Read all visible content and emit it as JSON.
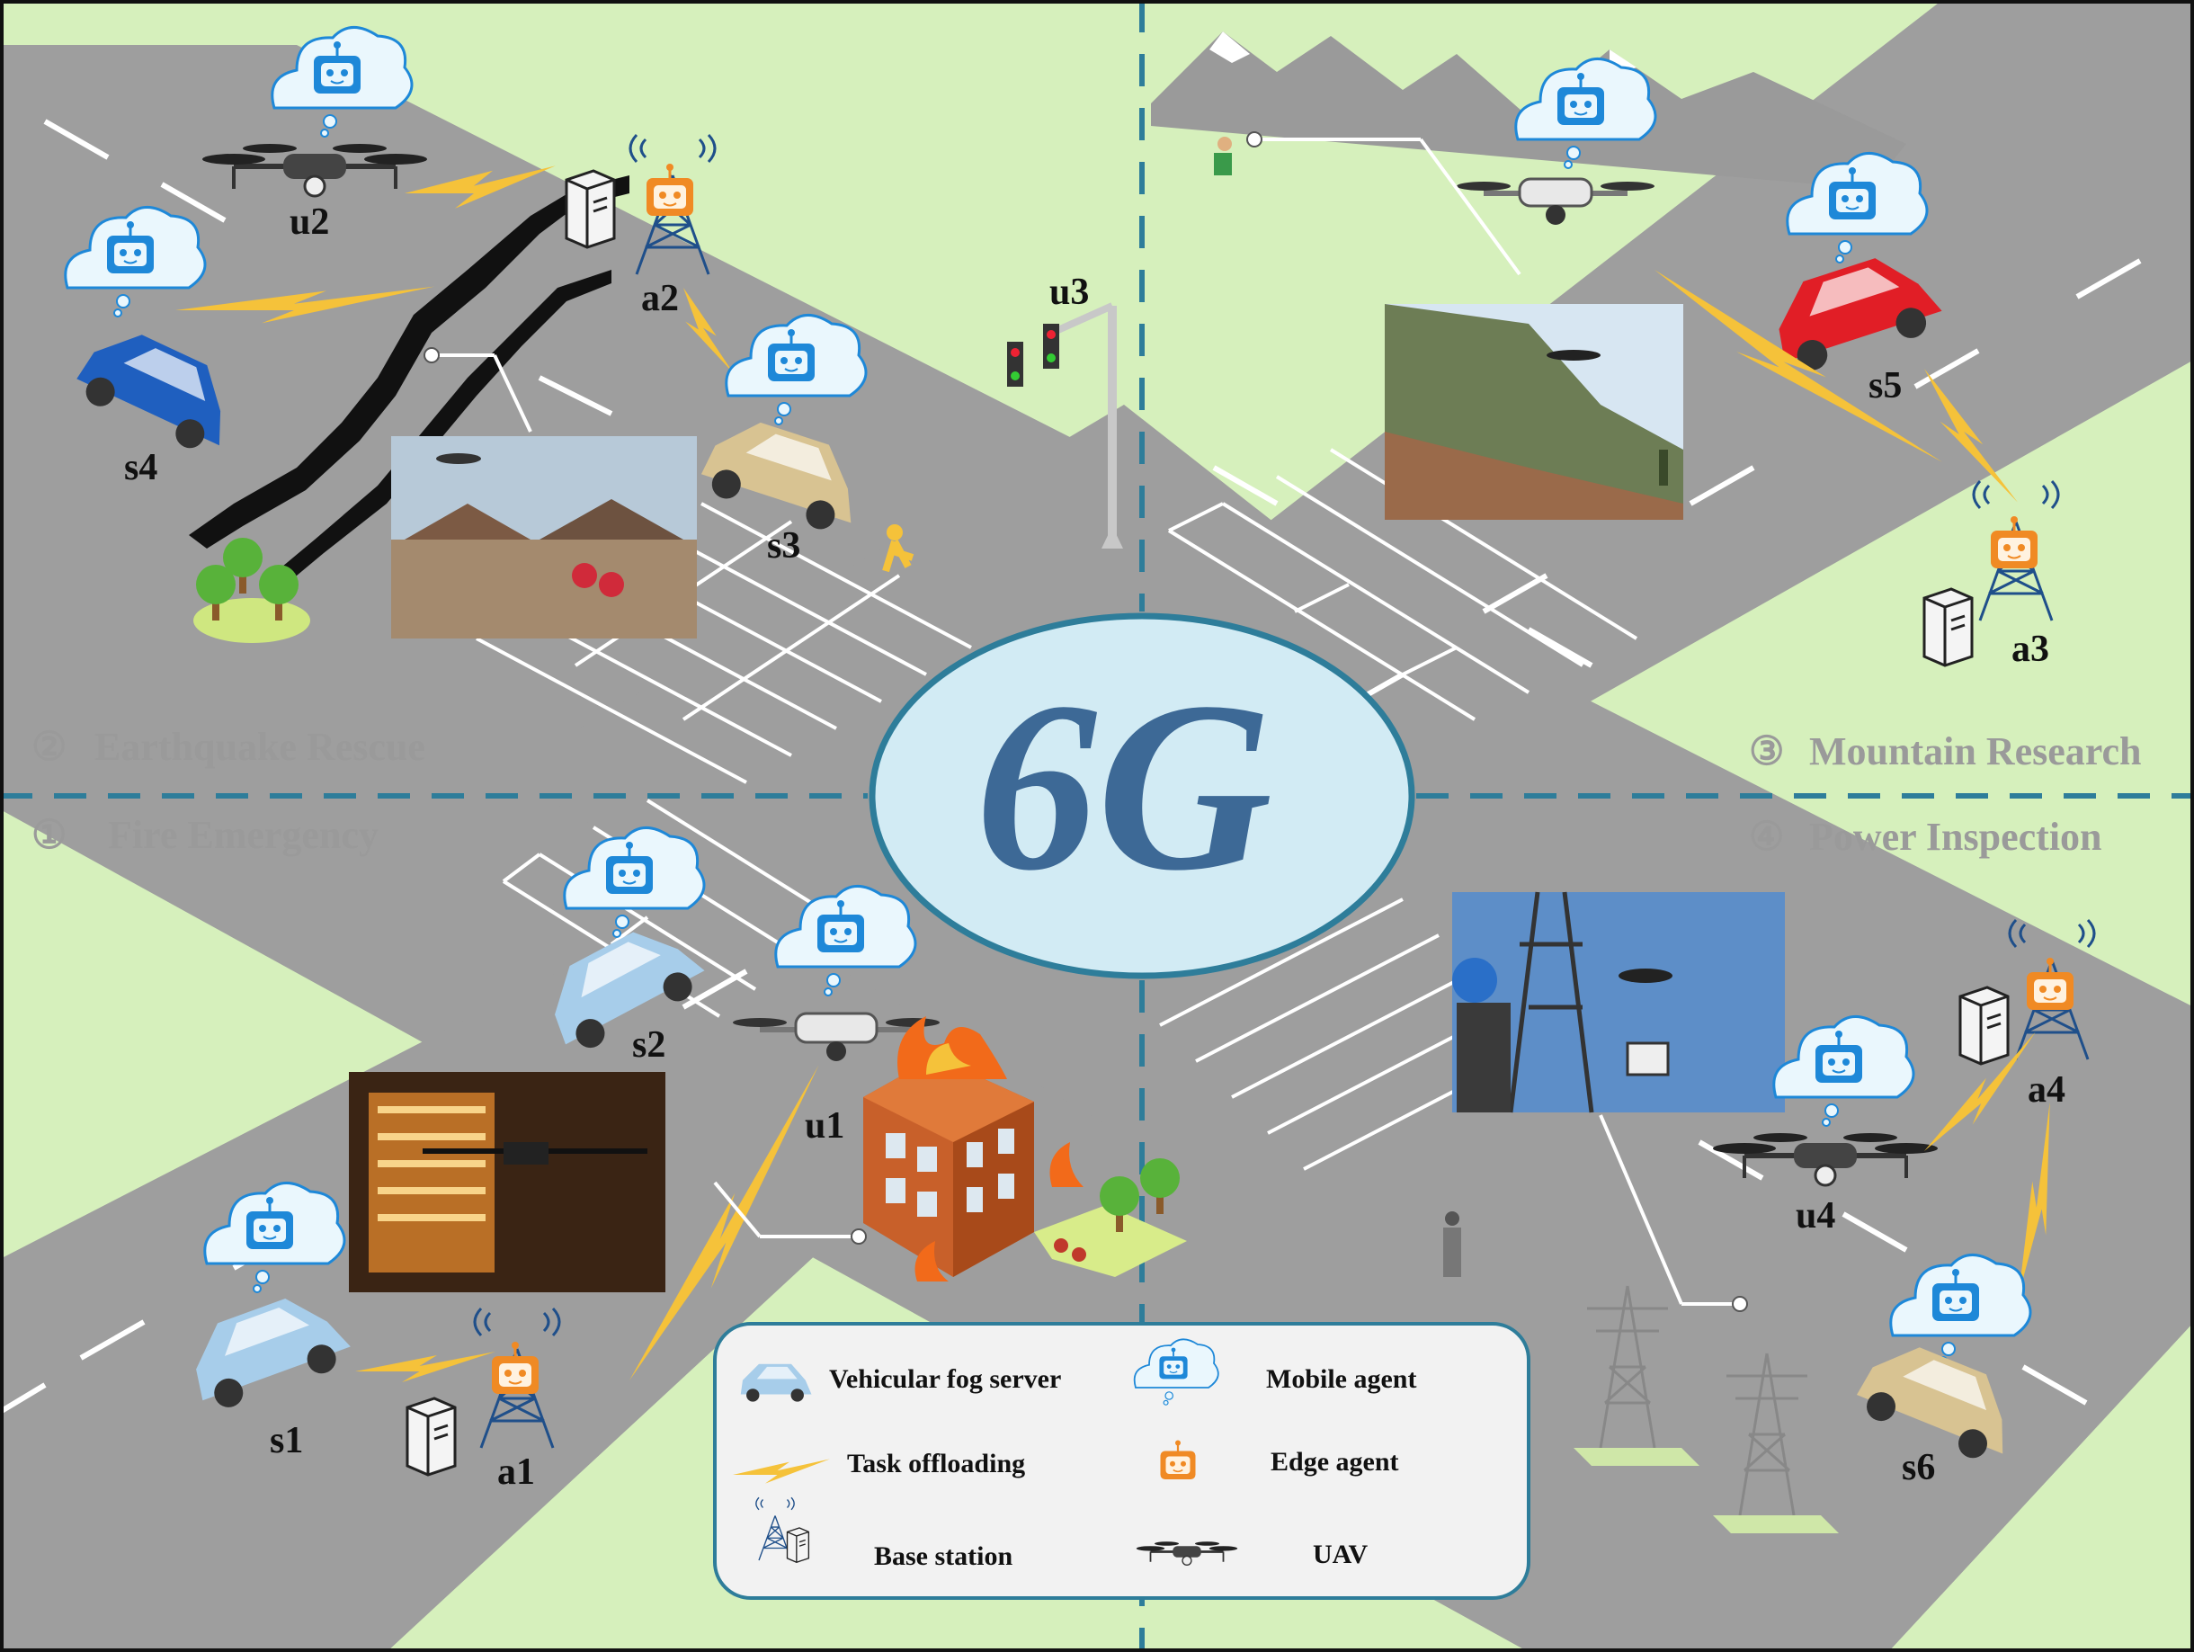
{
  "center": {
    "text": "6G"
  },
  "sections": [
    {
      "num": "①",
      "title": "Fire Emergency"
    },
    {
      "num": "②",
      "title": "Earthquake Rescue"
    },
    {
      "num": "③",
      "title": "Mountain Research"
    },
    {
      "num": "④",
      "title": "Power Inspection"
    }
  ],
  "nodes": {
    "u1": "u1",
    "u2": "u2",
    "u3": "u3",
    "u4": "u4",
    "s1": "s1",
    "s2": "s2",
    "s3": "s3",
    "s4": "s4",
    "s5": "s5",
    "s6": "s6",
    "a1": "a1",
    "a2": "a2",
    "a3": "a3",
    "a4": "a4"
  },
  "legend": {
    "vehicular_fog_server": "Vehicular  fog server",
    "mobile_agent": "Mobile agent",
    "task_offloading": "Task offloading",
    "edge_agent": "Edge agent",
    "base_station": "Base station",
    "uav": "UAV"
  },
  "colors": {
    "grass": "#d6f0bc",
    "road": "#9e9e9e",
    "lane_marking": "#ffffff",
    "divider": "#2e7d9a",
    "ellipse_fill": "#d2ebf4",
    "ellipse_stroke": "#2e7d9a",
    "text_6g": "#2d5b8c",
    "mobile_agent": "#1e88d8",
    "edge_agent": "#f08a24",
    "lightning": "#f5c23a"
  },
  "icons": [
    "robot-cloud-icon",
    "robot-edge-icon",
    "drone-icon",
    "car-icon",
    "server-icon",
    "tower-icon",
    "lightning-icon",
    "traffic-light-icon",
    "mountain-icon",
    "fire-building-icon",
    "pylon-icon",
    "tree-icon"
  ]
}
